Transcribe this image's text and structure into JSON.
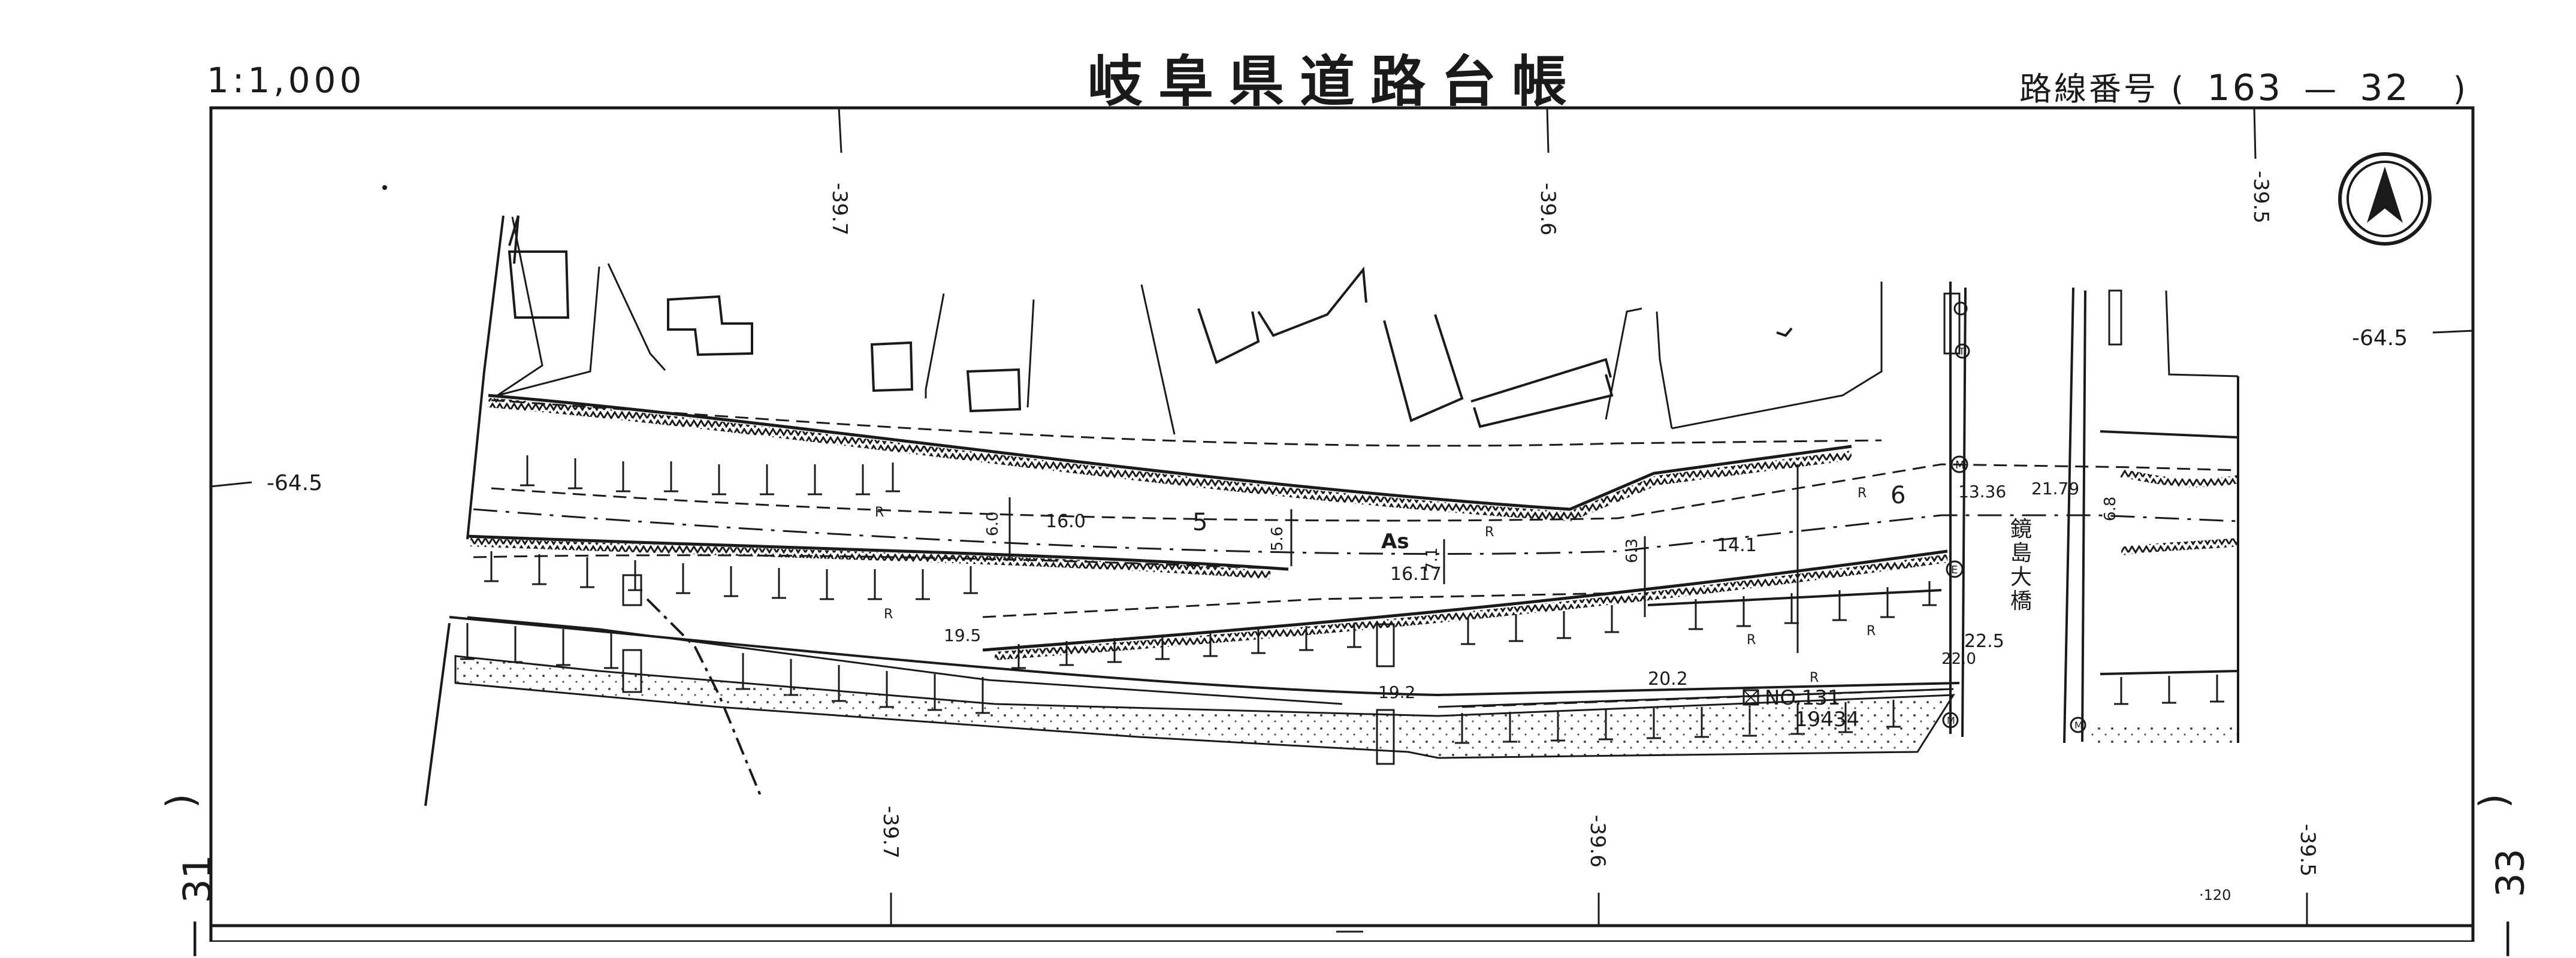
{
  "header": {
    "scale": "1:1,000",
    "title": "岐阜県道路台帳",
    "route_label": "路線番号",
    "route_open": "(",
    "route_main": "163",
    "route_dash": "—",
    "route_sub": "32",
    "route_close": ")"
  },
  "side": {
    "left_sheet": "31",
    "right_sheet": "33",
    "paren": ")",
    "dash": "—"
  },
  "grid": {
    "top": [
      "-39.7",
      "-39.6",
      "-39.5"
    ],
    "bottom": [
      "-39.7",
      "-39.6",
      "-39.5"
    ],
    "left": "-64.5",
    "right": "-64.5"
  },
  "road": {
    "widths": [
      "16.0",
      "6.0",
      "5.6",
      "16.17",
      "7.1",
      "6.3",
      "14.1",
      "13.36",
      "21.79",
      "6.8",
      "19.5",
      "19.2",
      "20.2",
      "22.5",
      "22.0"
    ],
    "stations": [
      "5",
      "6"
    ],
    "pavement": "As",
    "radius_marks": [
      "R",
      "R",
      "R",
      "R",
      "R",
      "R",
      "R"
    ],
    "point_no": "NO.131",
    "point_value": "19434",
    "bridge_name": [
      "鏡",
      "島",
      "大",
      "橋"
    ],
    "corner_value": "·120"
  },
  "symbols": {
    "north": "north-arrow-icon",
    "manhole": "M",
    "utility_e": "E",
    "utility_t": "T"
  }
}
